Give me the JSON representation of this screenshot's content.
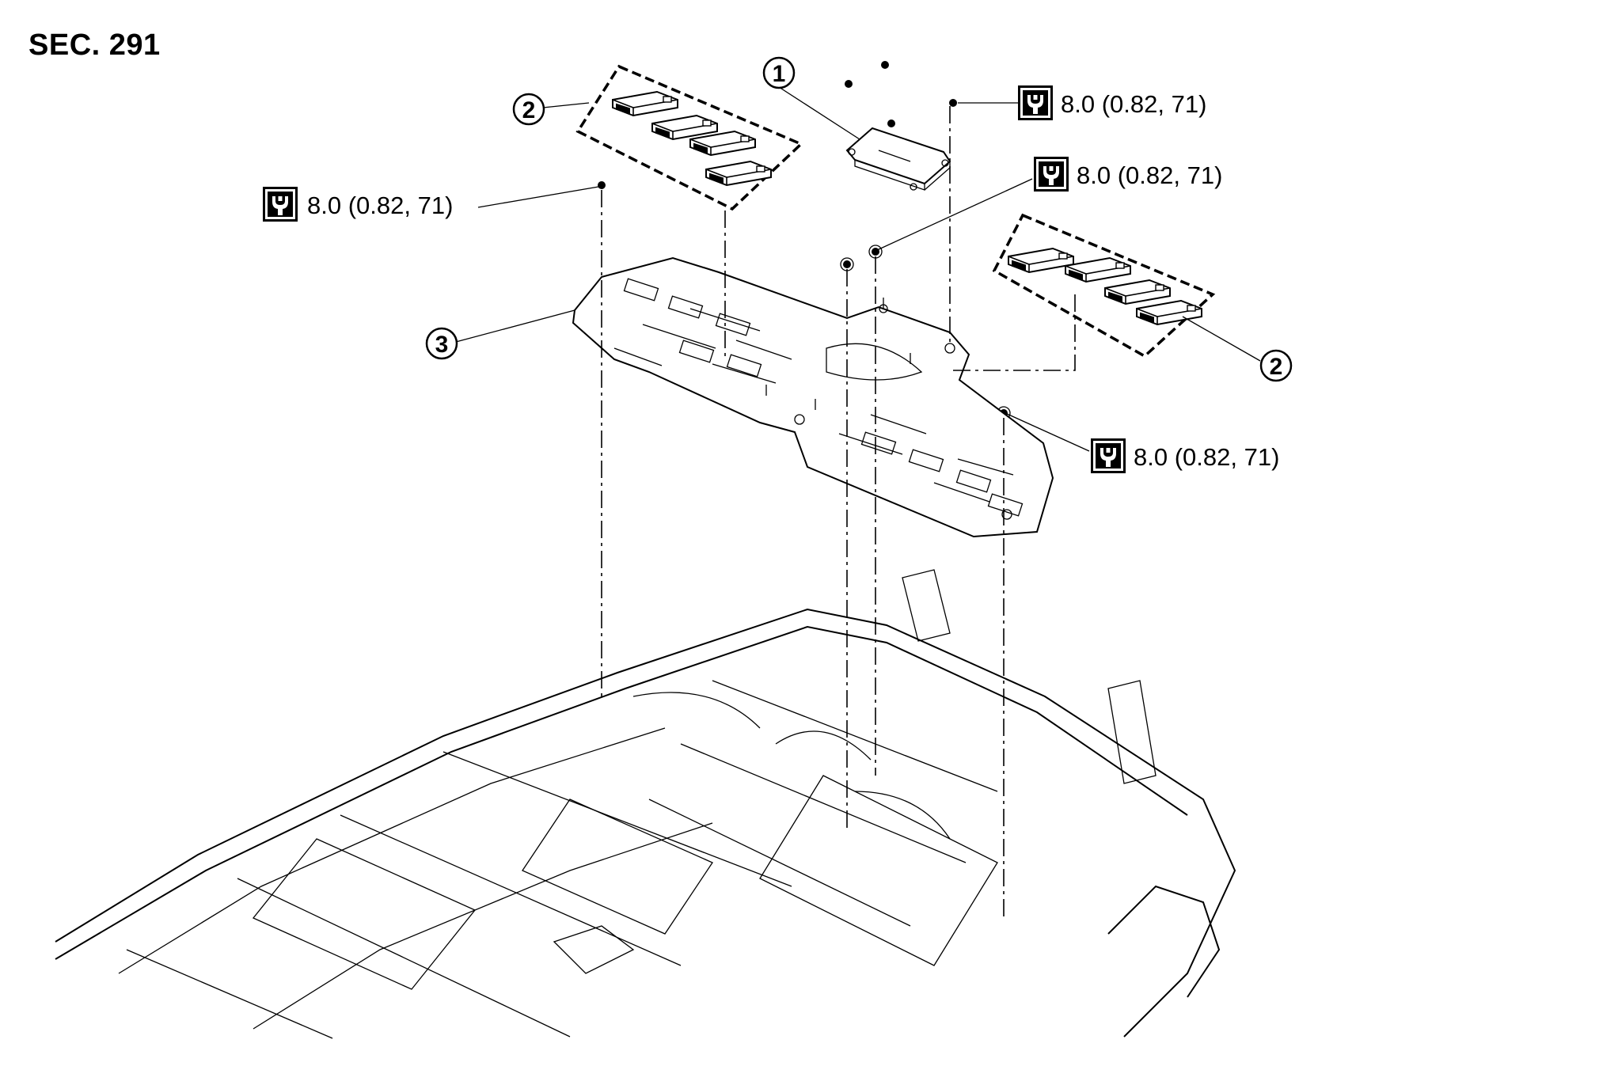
{
  "section": {
    "label": "SEC. 291"
  },
  "callouts": [
    {
      "id": "c1a",
      "number": "1"
    },
    {
      "id": "c2a",
      "number": "2"
    },
    {
      "id": "c2b",
      "number": "2"
    },
    {
      "id": "c3a",
      "number": "3"
    }
  ],
  "torque_specs": [
    {
      "id": "t1",
      "value": "8.0 (0.82, 71)",
      "icon": "torque-wrench-icon"
    },
    {
      "id": "t2",
      "value": "8.0 (0.82, 71)",
      "icon": "torque-wrench-icon"
    },
    {
      "id": "t3",
      "value": "8.0 (0.82, 71)",
      "icon": "torque-wrench-icon"
    },
    {
      "id": "t4",
      "value": "8.0 (0.82, 71)",
      "icon": "torque-wrench-icon"
    }
  ]
}
